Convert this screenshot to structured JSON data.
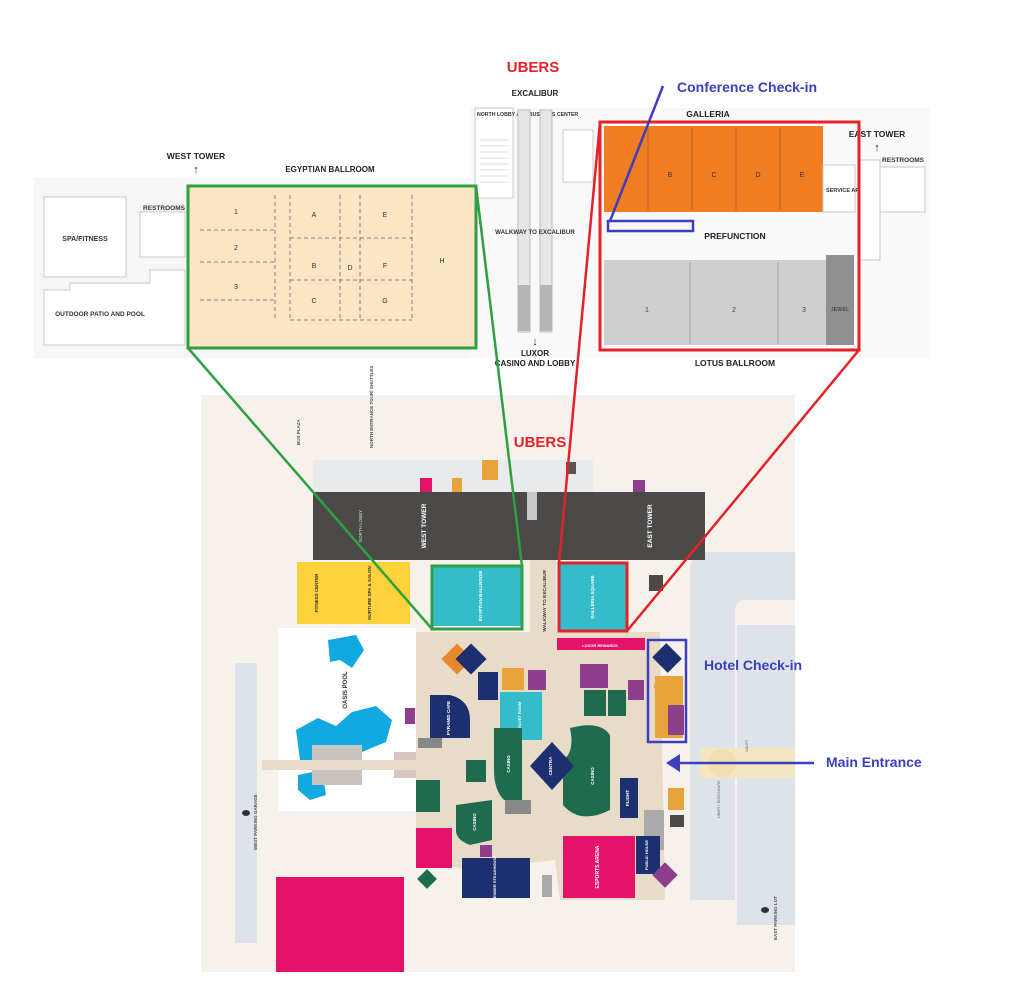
{
  "callouts": {
    "ubers_top": "UBERS",
    "ubers_mid": "UBERS",
    "conference_checkin": "Conference Check-in",
    "hotel_checkin": "Hotel Check-in",
    "main_entrance": "Main Entrance"
  },
  "colors": {
    "green_outline": "#2ea043",
    "red_outline": "#e32229",
    "blue_outline": "#3b3fbf",
    "egyptian_fill": "#fbe5c5",
    "galleria_fill": "#f07d21",
    "lotus_fill": "#cfcfcf",
    "tower_fill": "#4b4a48",
    "teal": "#35bccb",
    "yellow": "#fdd23a",
    "navy": "#1c2f6e",
    "green": "#1e6b4f",
    "magenta": "#e5126b",
    "purple": "#8d3e8c"
  },
  "floorplan": {
    "west_tower": "WEST TOWER",
    "east_tower": "EAST TOWER",
    "excalibur": "EXCALIBUR",
    "north_lobby": "NORTH LOBBY AND BUSINESS CENTER",
    "egyptian_ballroom": "EGYPTIAN BALLROOM",
    "galleria": "GALLERIA",
    "prefunction": "PREFUNCTION",
    "lotus_ballroom": "LOTUS BALLROOM",
    "walkway": "WALKWAY TO EXCALIBUR",
    "luxor_line1": "LUXOR",
    "luxor_line2": "CASINO AND LOBBY",
    "spa": "SPA/FITNESS",
    "restrooms_w": "RESTROOMS",
    "restrooms_e": "RESTROOMS",
    "outdoor_patio": "OUTDOOR PATIO AND POOL",
    "service_area": "SERVICE AREA",
    "jewel": "JEWEL",
    "egyptian_rooms": [
      "1",
      "2",
      "3",
      "A",
      "B",
      "C",
      "D",
      "E",
      "F",
      "G",
      "H"
    ],
    "galleria_rooms": [
      "B",
      "C",
      "D",
      "E"
    ],
    "lotus_rooms": [
      "1",
      "2",
      "3"
    ]
  },
  "property": {
    "bus_plaza": "BUS PLAZA",
    "north_entrance": "NORTH ENTRANCE TOUR/ SHUTTLES",
    "west_tower": "WEST TOWER",
    "east_tower": "EAST TOWER",
    "north_lobby": "NORTH LOBBY",
    "walkway": "WALKWAY TO EXCALIBUR",
    "fitness_center": "FITNESS CENTER",
    "nurture_spa": "NURTURE SPA & SALON",
    "egyptian_ballroom": "EGYPTIAN BALLROOM",
    "galleria_square": "GALLERIA SQUARE",
    "oasis_pool": "OASIS POOL",
    "pyramid_cafe": "PYRAMID CAFE",
    "casino": "CASINO",
    "centra": "CENTRA",
    "flight": "FLIGHT",
    "esports_arena": "ESPORTS ARENA",
    "public_house": "PUBLIC HOUSE",
    "tender_steakhouse": "TENDER STEAKHOUSE",
    "velvet_room": "VELVET ROOM",
    "luxor_rewards": "LUXOR REWARDS",
    "west_parking": "WEST PARKING GARAGE",
    "east_parking": "EAST PARKING LOT",
    "valet": "VALET",
    "uber_rideshare": "UBER / RIDESHARE"
  }
}
